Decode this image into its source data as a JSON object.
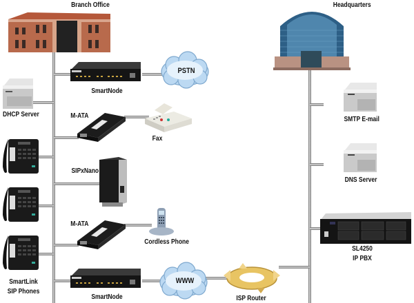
{
  "diagram": {
    "branch_office": {
      "title": "Branch Office",
      "devices": [
        {
          "id": "smartnode-pstn",
          "label": "SmartNode",
          "icon": "smartnode-gateway-icon"
        },
        {
          "id": "pstn",
          "label": "PSTN",
          "icon": "cloud-icon"
        },
        {
          "id": "dhcp",
          "label": "DHCP Server",
          "icon": "server-icon"
        },
        {
          "id": "mata-fax",
          "label": "M-ATA",
          "icon": "analog-adapter-icon"
        },
        {
          "id": "fax",
          "label": "Fax",
          "icon": "fax-icon"
        },
        {
          "id": "sipxnano",
          "label": "SIPxNano",
          "icon": "mini-pc-icon"
        },
        {
          "id": "mata-cordless",
          "label": "M-ATA",
          "icon": "analog-adapter-icon"
        },
        {
          "id": "cordless",
          "label": "Cordless Phone",
          "icon": "cordless-phone-icon"
        },
        {
          "id": "sip-phones",
          "label_line1": "SmartLink",
          "label_line2": "SIP Phones",
          "icon": "desk-phone-icon"
        },
        {
          "id": "smartnode-www",
          "label": "SmartNode",
          "icon": "smartnode-gateway-icon"
        },
        {
          "id": "www",
          "label": "WWW",
          "icon": "cloud-icon"
        }
      ]
    },
    "isp_router": {
      "label": "ISP Router",
      "icon": "router-icon"
    },
    "headquarters": {
      "title": "Headquarters",
      "devices": [
        {
          "id": "smtp",
          "label": "SMTP E-mail",
          "icon": "server-icon"
        },
        {
          "id": "dns",
          "label": "DNS Server",
          "icon": "server-icon"
        },
        {
          "id": "ippbx",
          "label_line1": "SL4250",
          "label_line2": "IP PBX",
          "icon": "rack-server-icon"
        }
      ]
    },
    "colors": {
      "brick": "#b5583a",
      "hq_glass": "#2d5f86",
      "cloud": "#bcd9f2",
      "router": "#e8c463",
      "device_dark": "#1a1a1a"
    }
  }
}
